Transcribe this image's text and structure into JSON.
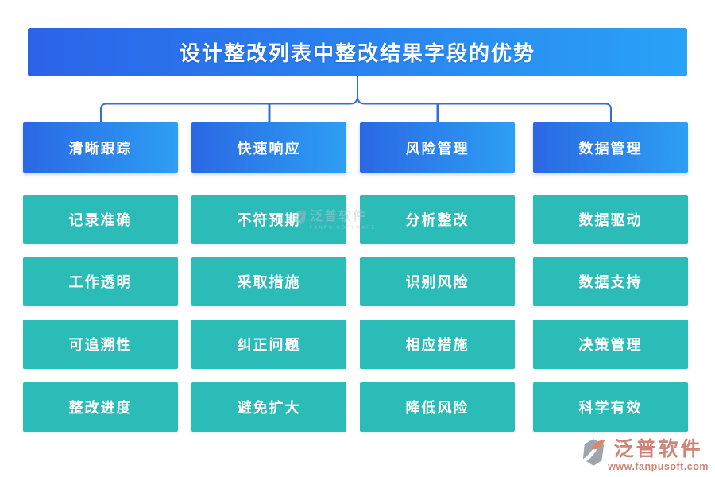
{
  "title": "设计整改列表中整改结果字段的优势",
  "columns": [
    {
      "header": "清晰跟踪",
      "items": [
        "记录准确",
        "工作透明",
        "可追溯性",
        "整改进度"
      ]
    },
    {
      "header": "快速响应",
      "items": [
        "不符预期",
        "采取措施",
        "纠正问题",
        "避免扩大"
      ]
    },
    {
      "header": "风险管理",
      "items": [
        "分析整改",
        "识别风险",
        "相应措施",
        "降低风险"
      ]
    },
    {
      "header": "数据管理",
      "items": [
        "数据驱动",
        "数据支持",
        "决策管理",
        "科学有效"
      ]
    }
  ],
  "watermark": {
    "brand": "泛普软件",
    "tagline": "FANPU SOFTWARE"
  },
  "footer_logo": {
    "brand": "泛普软件",
    "website": "www.fanpusoft.com"
  },
  "colors": {
    "banner_gradient_start": "#2b63e8",
    "banner_gradient_end": "#29a2f6",
    "header_gradient_start": "#2b68e4",
    "header_gradient_end": "#2d9ff3",
    "item_background": "#2cbcb8",
    "connector_line": "#2e6fd8",
    "logo_text": "#c6705f"
  }
}
